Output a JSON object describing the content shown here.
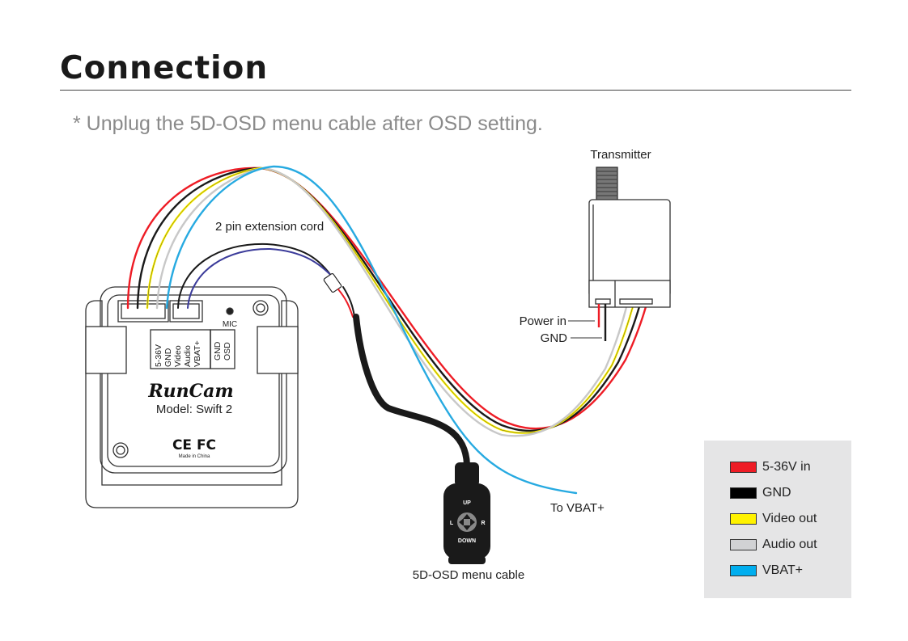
{
  "page": {
    "title": "Connection",
    "note": "* Unplug the 5D-OSD menu cable after OSD setting."
  },
  "camera": {
    "brand": "RunCam",
    "model": "Model: Swift 2",
    "cert": "CE FC",
    "made_in": "Made in China",
    "mic": "MIC",
    "pins_main": [
      "5-36V",
      "GND",
      "Video",
      "Audio",
      "VBAT+"
    ],
    "pins_osd": [
      "GND",
      "OSD"
    ]
  },
  "labels": {
    "transmitter": "Transmitter",
    "extension_cord": "2 pin extension cord",
    "power_in": "Power in",
    "gnd": "GND",
    "to_vbat": "To VBAT+",
    "menu_cable": "5D-OSD menu cable",
    "remote_up": "UP",
    "remote_down": "DOWN",
    "remote_l": "L",
    "remote_r": "R"
  },
  "legend": [
    {
      "label": "5-36V in",
      "color": "#ee1c25"
    },
    {
      "label": "GND",
      "color": "#000000"
    },
    {
      "label": "Video out",
      "color": "#fff200"
    },
    {
      "label": "Audio out",
      "color": "#d1d2d4"
    },
    {
      "label": "VBAT+",
      "color": "#00aeef"
    }
  ],
  "colors": {
    "red": "#ee1c25",
    "black": "#1a1a1a",
    "yellow": "#fff200",
    "gray": "#c8c8c8",
    "blue": "#27aae1",
    "purple": "#3b3b9a"
  }
}
